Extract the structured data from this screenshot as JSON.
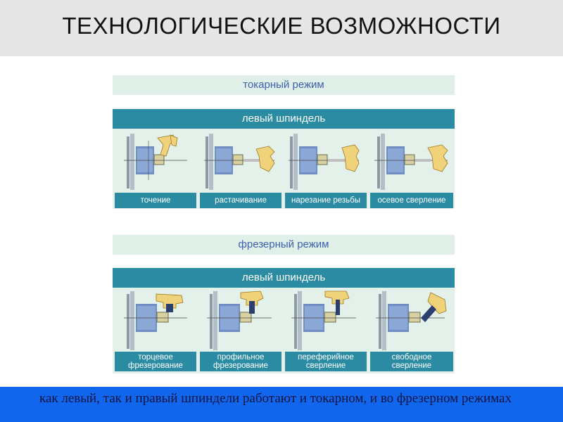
{
  "title": "ТЕХНОЛОГИЧЕСКИЕ ВОЗМОЖНОСТИ",
  "turning": {
    "mode_label": "токарный режим",
    "spindle_label": "левый шпиндель",
    "operations": [
      "точение",
      "растачивание",
      "нарезание резьбы",
      "осевое сверление"
    ]
  },
  "milling": {
    "mode_label": "фрезерный режим",
    "spindle_label": "левый шпиндель",
    "operations": [
      {
        "line1": "торцевое",
        "line2": "фрезерование"
      },
      {
        "line1": "профильное",
        "line2": "фрезерование"
      },
      {
        "line1": "переферийное",
        "line2": "сверление"
      },
      {
        "line1": "свободное",
        "line2": "сверление"
      }
    ]
  },
  "caption": "как левый, так и правый шпиндели работают и токарном, и во фрезерном режимах",
  "colors": {
    "title_bg": "#e6e6e6",
    "mode_bar_bg": "#e0f0e8",
    "mode_text": "#3e5fae",
    "spindle_bg": "#2b8ba3",
    "panel_bg": "#e4f1ea",
    "bottom_band": "#1166ee"
  },
  "icons": [
    "lathe-turning-icon",
    "lathe-boring-icon",
    "lathe-threading-icon",
    "lathe-axial-drilling-icon",
    "face-milling-icon",
    "profile-milling-icon",
    "peripheral-drilling-icon",
    "free-drilling-icon"
  ]
}
